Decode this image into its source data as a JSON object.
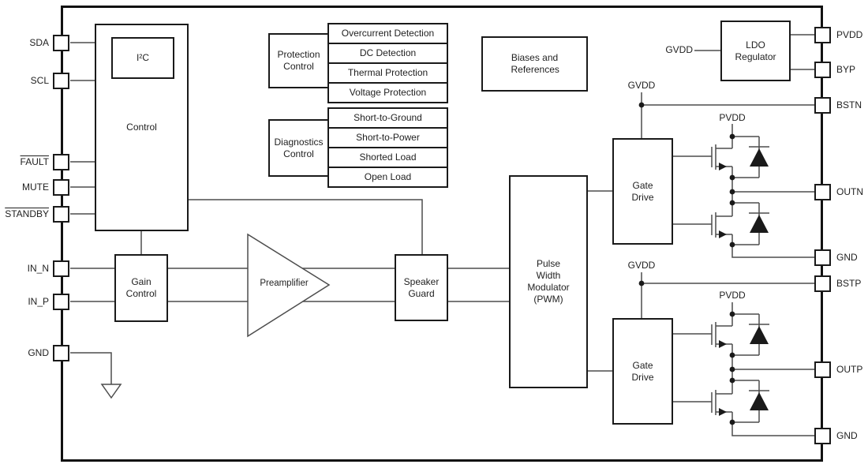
{
  "chip": {
    "pins_left": [
      "SDA",
      "SCL",
      "FAULT",
      "MUTE",
      "STANDBY",
      "IN_N",
      "IN_P",
      "GND"
    ],
    "pins_right": [
      "PVDD",
      "BYP",
      "BSTN",
      "OUTN",
      "GND",
      "BSTP",
      "OUTP",
      "GND"
    ],
    "blocks": {
      "control": "Control",
      "i2c": "I²C",
      "gain_control": "Gain Control",
      "preamplifier": "Preamplifier",
      "speaker_guard": "Speaker Guard",
      "pwm": "Pulse Width Modulator (PWM)",
      "protection_control": "Protection Control",
      "diagnostics_control": "Diagnostics Control",
      "biases": "Biases and References",
      "ldo": "LDO Regulator",
      "gate_drive_n": "Gate Drive",
      "gate_drive_p": "Gate Drive"
    },
    "protection_functions": [
      "Overcurrent Detection",
      "DC Detection",
      "Thermal Protection",
      "Voltage Protection"
    ],
    "diagnostic_functions": [
      "Short-to-Ground",
      "Short-to-Power",
      "Shorted Load",
      "Open Load"
    ],
    "net_labels": {
      "ldo_input": "GVDD",
      "gate_n_supply": "GVDD",
      "gate_p_supply": "GVDD",
      "half_bridge_n_supply": "PVDD",
      "half_bridge_p_supply": "PVDD"
    },
    "colors": {
      "wire": "#4d4d4d",
      "border": "#1a1a1a",
      "background": "#ffffff"
    }
  }
}
